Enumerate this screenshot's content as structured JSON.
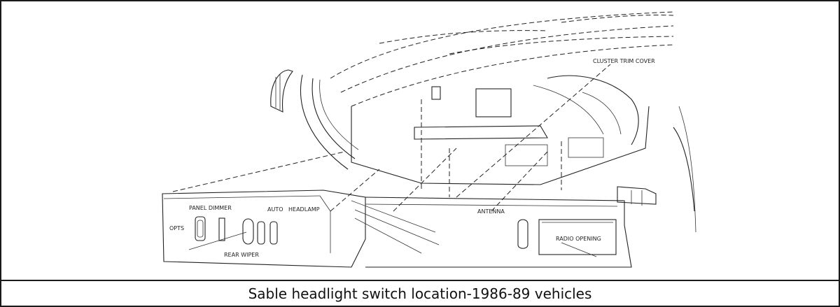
{
  "figure": {
    "labels": {
      "cluster_trim_cover": "CLUSTER TRIM COVER",
      "panel_dimmer": "PANEL DIMMER",
      "auto": "AUTO",
      "headlamp": "HEADLAMP",
      "antenna": "ANTENNA",
      "rear_wiper": "REAR WIPER",
      "radio_opening": "RADIO OPENING",
      "opts": "OPTS"
    },
    "caption": "Sable headlight switch location-1986-89 vehicles"
  }
}
